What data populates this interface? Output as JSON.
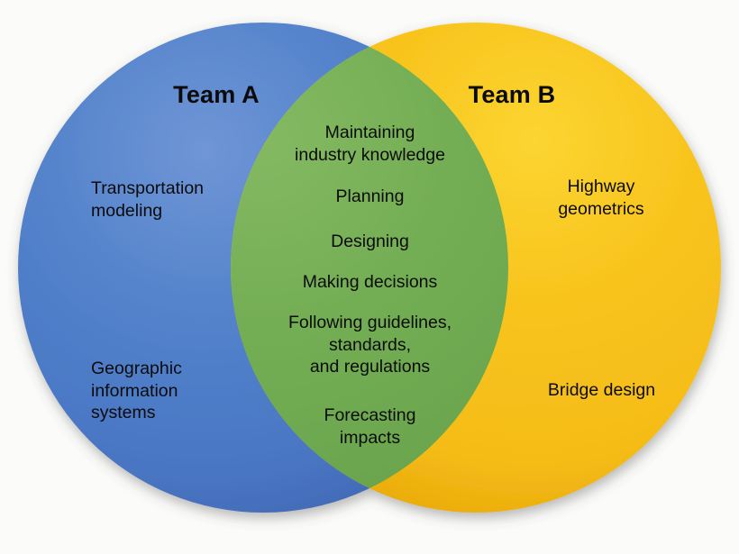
{
  "diagram": {
    "type": "venn",
    "sets": 2,
    "background_color": "#fbfbfa",
    "left": {
      "title": "Team A",
      "color": "#4a77c4",
      "items": [
        "Transportation\nmodeling",
        "Geographic\ninformation\nsystems"
      ]
    },
    "right": {
      "title": "Team B",
      "color": "#f5bc18",
      "items": [
        "Highway\ngeometrics",
        "Bridge design"
      ]
    },
    "intersection": {
      "color": "#70ab51",
      "items": [
        "Maintaining\nindustry knowledge",
        "Planning",
        "Designing",
        "Making decisions",
        "Following guidelines,\nstandards,\nand regulations",
        "Forecasting\nimpacts"
      ]
    }
  }
}
